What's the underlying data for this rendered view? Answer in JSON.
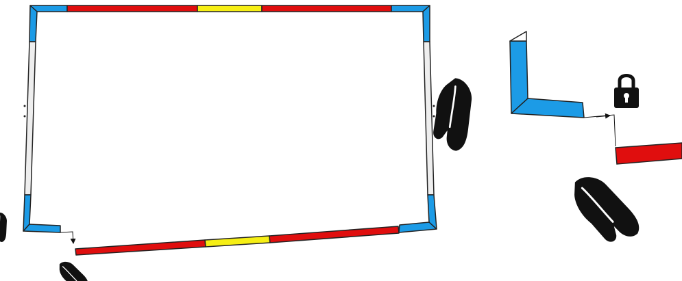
{
  "colors": {
    "blue": "#1c9be6",
    "red": "#e00e0e",
    "yellow": "#f6ef15",
    "grey": "#eeeeee",
    "ink": "#111111",
    "outline": "#222222"
  },
  "figure": {
    "frame": {
      "kind": "assembled frame",
      "corners": 4,
      "side_rails": 2
    },
    "detail_left": {
      "kind": "corner to rail connection",
      "hands": 2,
      "arrow": true
    },
    "detail_right": {
      "kind": "corner to rail locking",
      "hands": 2,
      "arrow": true,
      "lock": true
    }
  },
  "icons": [
    "hand-icon",
    "padlock-icon",
    "arrow-icon"
  ]
}
